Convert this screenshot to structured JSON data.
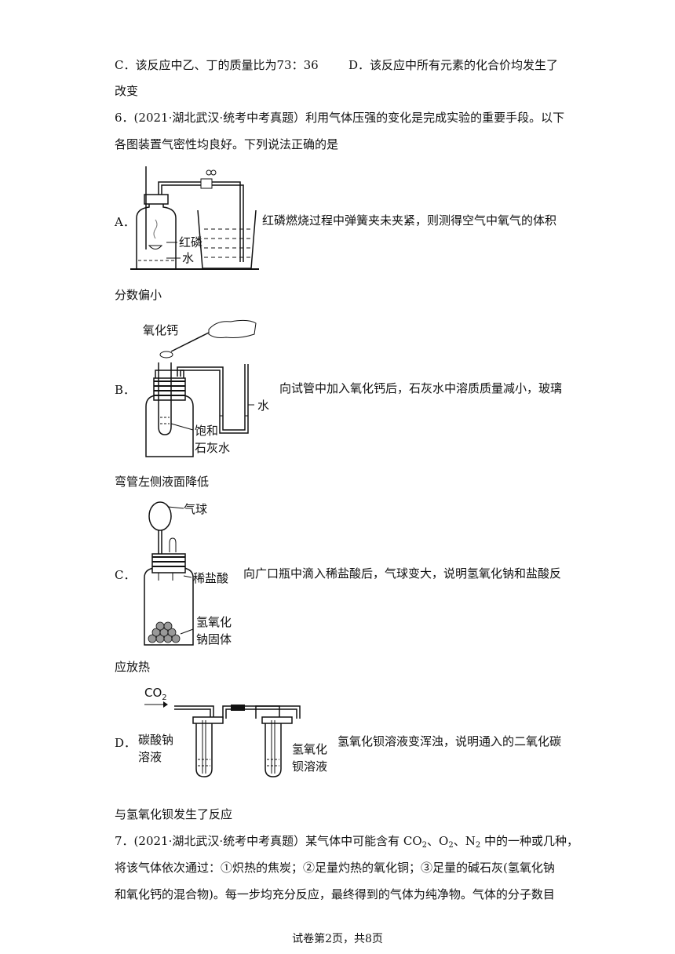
{
  "q5": {
    "option_c": "C．该反应中乙、丁的质量比为73：36",
    "option_d": "D．该反应中所有元素的化合价均发生了",
    "option_d_cont": "改变"
  },
  "q6": {
    "stem_line1": "6．(2021·湖北武汉·统考中考真题）利用气体压强的变化是完成实验的重要手段。以下",
    "stem_line2": "各图装置气密性均良好。下列说法正确的是",
    "a": {
      "label": "A．",
      "desc": "红磷燃烧过程中弹簧夹未夹紧，则测得空气中氧气的体积",
      "cont": "分数偏小",
      "fig": {
        "red_p": "红磷",
        "water": "水"
      }
    },
    "b": {
      "label": "B．",
      "desc": "向试管中加入氧化钙后，石灰水中溶质质量减小，玻璃",
      "cont": "弯管左侧液面降低",
      "fig": {
        "cao": "氧化钙",
        "water": "水",
        "sat1": "饱和",
        "sat2": "石灰水"
      }
    },
    "c": {
      "label": "C．",
      "desc": "向广口瓶中滴入稀盐酸后，气球变大，说明氢氧化钠和盐酸反",
      "cont": "应放热",
      "fig": {
        "balloon": "气球",
        "hcl": "稀盐酸",
        "naoh1": "氢氧化",
        "naoh2": "钠固体"
      }
    },
    "d": {
      "label": "D．",
      "desc": "氢氧化钡溶液变浑浊，说明通入的二氧化碳",
      "cont": "与氢氧化钡发生了反应",
      "fig": {
        "co2": "CO",
        "co2_sub": "2",
        "na2co3_1": "碳酸钠",
        "na2co3_2": "溶液",
        "baoh_1": "氢氧化",
        "baoh_2": "钡溶液"
      }
    }
  },
  "q7": {
    "line1_a": "7．(2021·湖北武汉·统考中考真题）某气体中可能含有 CO",
    "line1_sub1": "2",
    "line1_b": "、O",
    "line1_sub2": "2",
    "line1_c": "、N",
    "line1_sub3": "2",
    "line1_d": " 中的一种或几种，",
    "line2": "将该气体依次通过：①炽热的焦炭；②足量灼热的氧化铜；③足量的碱石灰(氢氧化钠",
    "line3": "和氧化钙的混合物)。每一步均充分反应，最终得到的气体为纯净物。气体的分子数目"
  },
  "footer": "试卷第2页，共8页"
}
